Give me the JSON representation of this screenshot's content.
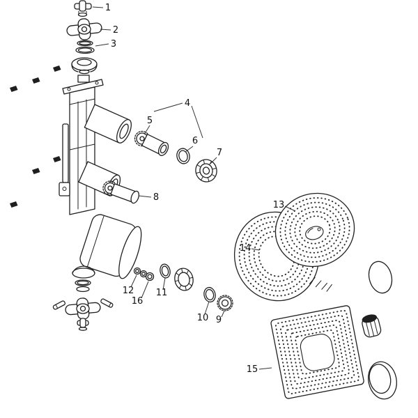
{
  "diagram_type": "exploded-view-parts-diagram",
  "colors": {
    "background": "#ffffff",
    "line_art": "#1f1f1f",
    "label_text": "#111111"
  },
  "part_labels": [
    {
      "number": "1"
    },
    {
      "number": "2"
    },
    {
      "number": "3"
    },
    {
      "number": "4"
    },
    {
      "number": "5"
    },
    {
      "number": "6"
    },
    {
      "number": "7"
    },
    {
      "number": "8"
    },
    {
      "number": "9"
    },
    {
      "number": "10"
    },
    {
      "number": "11"
    },
    {
      "number": "12"
    },
    {
      "number": "13"
    },
    {
      "number": "14"
    },
    {
      "number": "15"
    },
    {
      "number": "16"
    }
  ]
}
